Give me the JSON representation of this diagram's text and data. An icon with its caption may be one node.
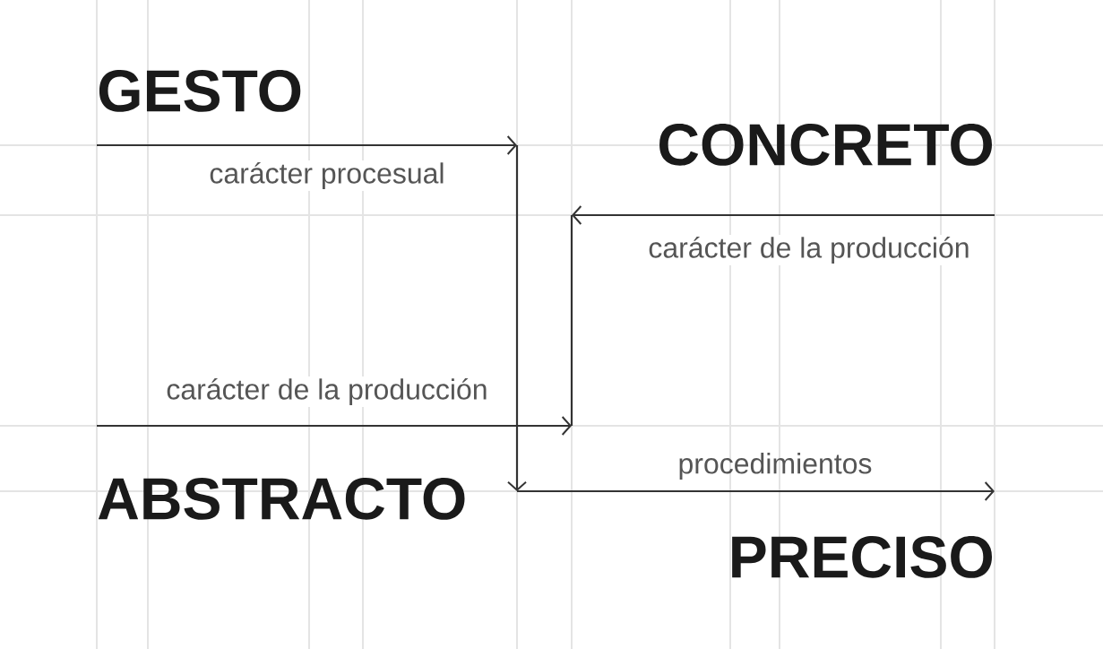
{
  "diagram": {
    "nodes": [
      {
        "text": [
          "GESTO"
        ]
      },
      {
        "text": [
          "CONCRETO"
        ]
      },
      {
        "text": [
          "ABSTRACTO"
        ]
      },
      {
        "text": [
          "PRECISO"
        ]
      }
    ],
    "edges": [
      {
        "from": 0,
        "to": 3,
        "arrow": "to",
        "label": "carácter procesual"
      },
      {
        "from": 1,
        "to": null,
        "arrow": "to",
        "label": "carácter de la producción"
      },
      {
        "from": 2,
        "to": null,
        "arrow": "to",
        "label": "carácter de la producción"
      }
    ],
    "labels": [
      "procedimientos"
    ]
  }
}
